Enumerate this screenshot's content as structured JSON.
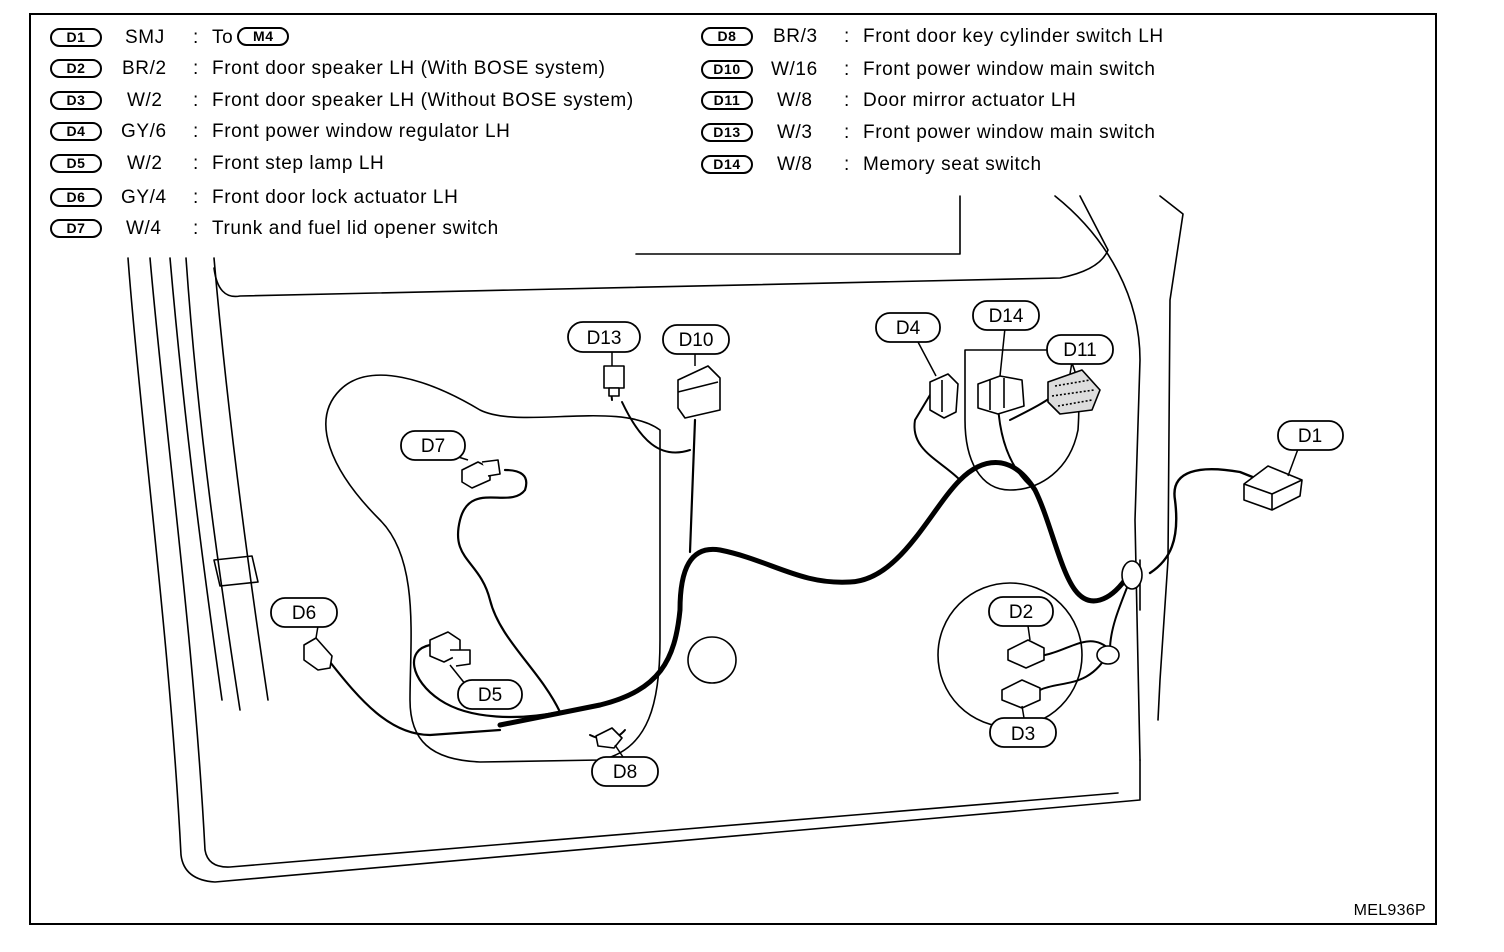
{
  "legend_left": [
    {
      "id": "D1",
      "code": "SMJ",
      "desc": "To",
      "to": "M4"
    },
    {
      "id": "D2",
      "code": "BR/2",
      "desc": "Front door speaker LH (With BOSE system)"
    },
    {
      "id": "D3",
      "code": "W/2",
      "desc": "Front door speaker LH (Without BOSE system)"
    },
    {
      "id": "D4",
      "code": "GY/6",
      "desc": "Front power window regulator LH"
    },
    {
      "id": "D5",
      "code": "W/2",
      "desc": "Front step lamp LH"
    },
    {
      "id": "D6",
      "code": "GY/4",
      "desc": "Front door lock actuator LH"
    },
    {
      "id": "D7",
      "code": "W/4",
      "desc": "Trunk and fuel lid opener switch"
    }
  ],
  "legend_right": [
    {
      "id": "D8",
      "code": "BR/3",
      "desc": "Front door key cylinder switch LH"
    },
    {
      "id": "D10",
      "code": "W/16",
      "desc": "Front power window main switch"
    },
    {
      "id": "D11",
      "code": "W/8",
      "desc": "Door mirror actuator LH"
    },
    {
      "id": "D13",
      "code": "W/3",
      "desc": "Front power window main switch"
    },
    {
      "id": "D14",
      "code": "W/8",
      "desc": "Memory seat switch"
    }
  ],
  "colon": ":",
  "callouts": {
    "d1": "D1",
    "d2": "D2",
    "d3": "D3",
    "d4": "D4",
    "d5": "D5",
    "d6": "D6",
    "d7": "D7",
    "d8": "D8",
    "d10": "D10",
    "d11": "D11",
    "d13": "D13",
    "d14": "D14"
  },
  "figure_id": "MEL936P"
}
